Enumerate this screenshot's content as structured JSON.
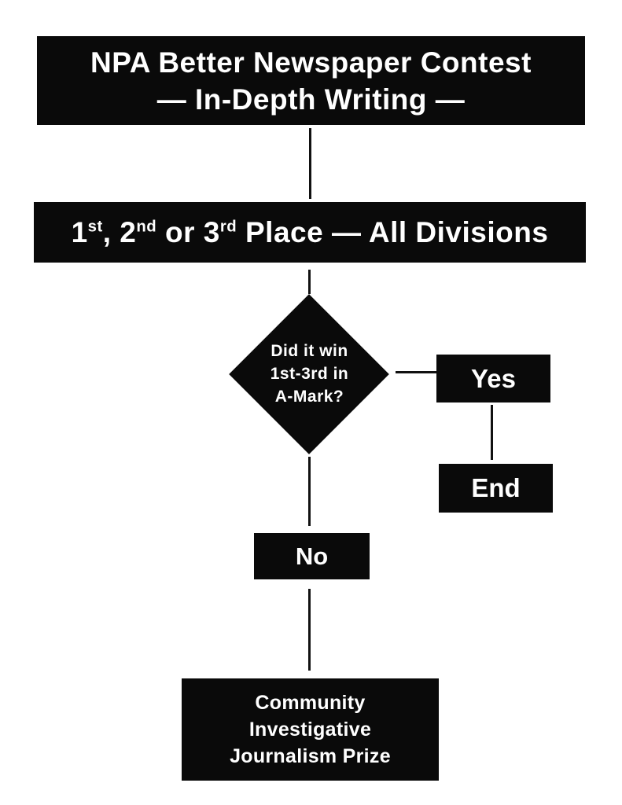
{
  "colors": {
    "background": "#ffffff",
    "node_fill": "#0a0a0a",
    "node_text": "#ffffff",
    "connector": "#111111"
  },
  "flowchart": {
    "title": {
      "line1": "NPA Better Newspaper Contest",
      "line2": "— In-Depth Writing —"
    },
    "place": {
      "n1": "1",
      "s1": "st",
      "n2": ", 2",
      "s2": "nd",
      "n3": " or 3",
      "s3": "rd",
      "rest": " Place — All Divisions"
    },
    "decision": {
      "line1": "Did it win",
      "line2": "1st-3rd in",
      "line3": "A-Mark?"
    },
    "yes_label": "Yes",
    "end_label": "End",
    "no_label": "No",
    "prize": {
      "line1": "Community",
      "line2": "Investigative",
      "line3": "Journalism Prize"
    }
  }
}
